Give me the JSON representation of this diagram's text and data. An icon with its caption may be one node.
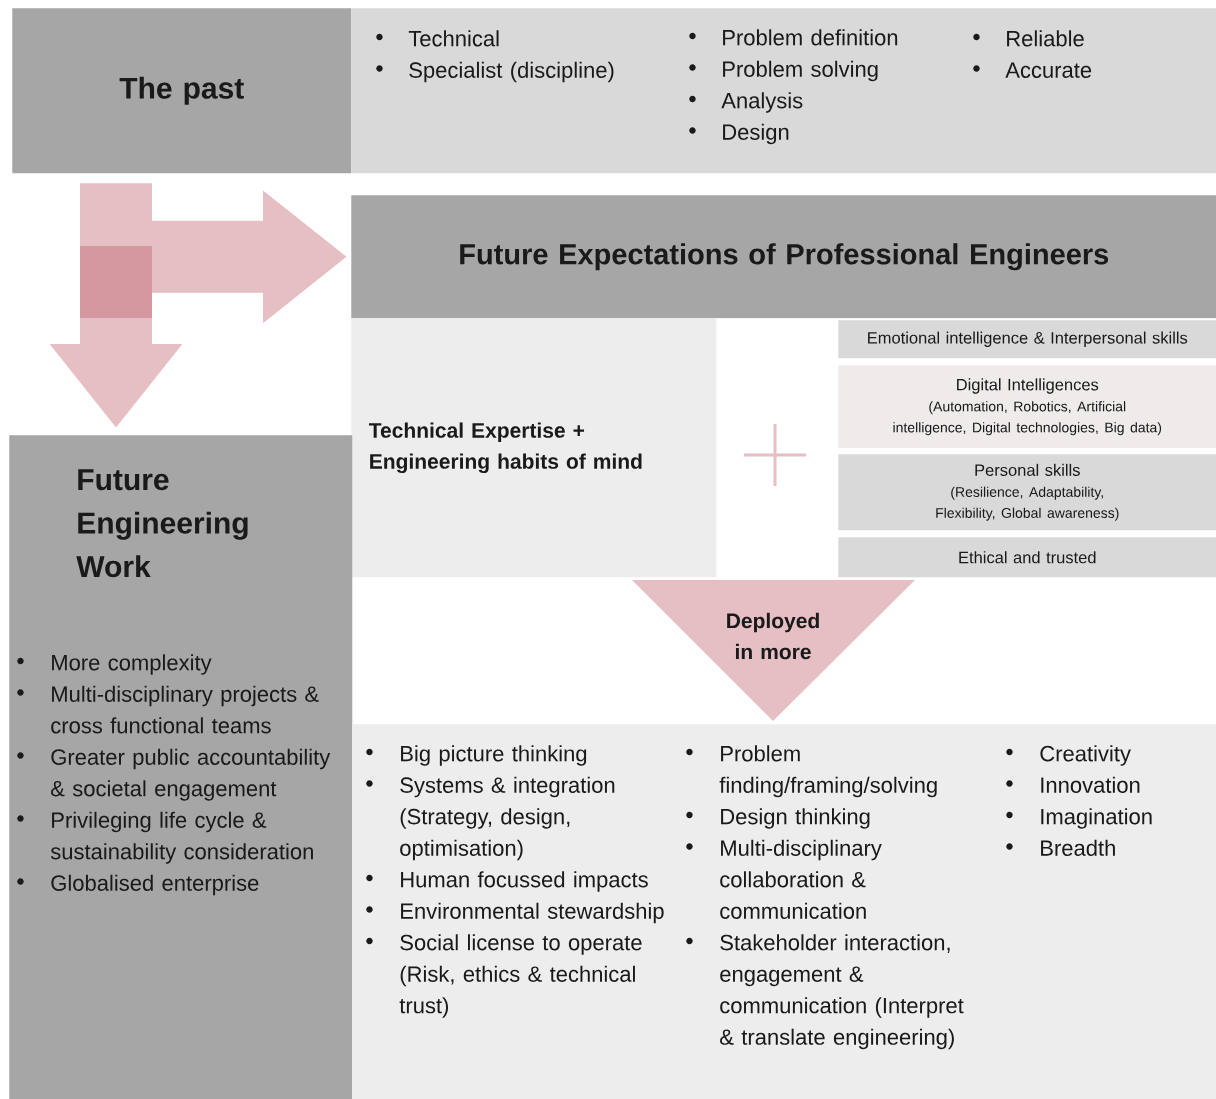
{
  "diagram": {
    "nodes": [
      {
        "text": [
          "The past"
        ]
      },
      {
        "text": [
          "Technical",
          "Specialist (discipline)",
          "Problem definition",
          "Problem solving",
          "Analysis",
          "Design",
          "Reliable",
          "Accurate"
        ]
      },
      {
        "text": [
          "Future Expectations of Professional Engineers"
        ]
      },
      {
        "text": [
          "Technical Expertise + Engineering habits of mind"
        ]
      },
      {
        "text": [
          "Emotional intelligence & Interpersonal skills"
        ]
      },
      {
        "text": [
          "Digital Intelligences",
          "(Automation, Robotics, Artificial intelligence, Digital technologies, Big data)"
        ]
      },
      {
        "text": [
          "Personal skills",
          "(Resilience, Adaptability, Flexibility, Global awareness)"
        ]
      },
      {
        "text": [
          "Ethical and trusted"
        ]
      },
      {
        "text": [
          "Deployed in more"
        ]
      },
      {
        "text": [
          "Future Engineering Work",
          "More complexity",
          "Multi-disciplinary projects & cross functional teams",
          "Greater public accountability & societal engagement",
          "Privileging life cycle & sustainability consideration",
          "Globalised enterprise"
        ]
      },
      {
        "text": [
          "Big picture thinking",
          "Systems & integration (Strategy, design, optimisation)",
          "Human focussed impacts",
          "Environmental stewardship",
          "Social license to operate (Risk, ethics & technical trust)",
          "Problem finding/framing/solving",
          "Design thinking",
          "Multi-disciplinary collaboration & communication",
          "Stakeholder interaction, engagement & communication (Interpret & translate engineering)",
          "Creativity",
          "Innovation",
          "Imagination",
          "Breadth"
        ]
      }
    ],
    "edges": [
      {
        "from": 0,
        "to": 9,
        "arrow": "to"
      },
      {
        "from": 0,
        "to": 2,
        "arrow": "to"
      }
    ]
  }
}
